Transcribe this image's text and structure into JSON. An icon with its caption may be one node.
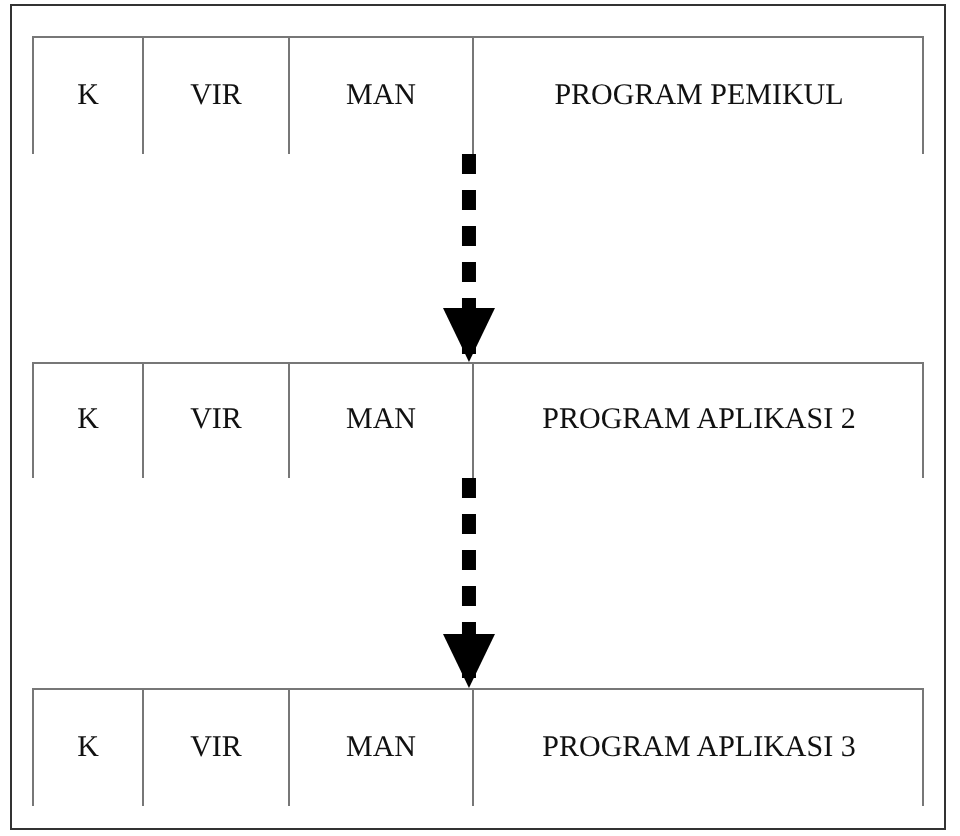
{
  "diagram": {
    "nodes": [
      {
        "text": [],
        "shape": "box"
      },
      {
        "text": [
          "K"
        ],
        "in": 0
      },
      {
        "text": [
          "VIR"
        ],
        "in": 0
      },
      {
        "text": [
          "MAN"
        ],
        "in": 0
      },
      {
        "text": [
          "PROGRAM PEMIKUL"
        ],
        "in": 0
      },
      {
        "text": [],
        "shape": "box"
      },
      {
        "text": [
          "K"
        ],
        "in": 5
      },
      {
        "text": [
          "VIR"
        ],
        "in": 5
      },
      {
        "text": [
          "MAN"
        ],
        "in": 5
      },
      {
        "text": [
          "PROGRAM APLIKASI 2"
        ],
        "in": 5
      },
      {
        "text": [],
        "shape": "box"
      },
      {
        "text": [
          "K"
        ],
        "in": 10
      },
      {
        "text": [
          "VIR"
        ],
        "in": 10
      },
      {
        "text": [
          "MAN"
        ],
        "in": 10
      },
      {
        "text": [
          "PROGRAM APLIKASI 3"
        ],
        "in": 10
      }
    ],
    "edges": [
      {
        "from": 0,
        "to": 5,
        "arrow": "to",
        "style": "dashed"
      },
      {
        "from": 5,
        "to": 10,
        "arrow": "to",
        "style": "dashed"
      }
    ]
  }
}
